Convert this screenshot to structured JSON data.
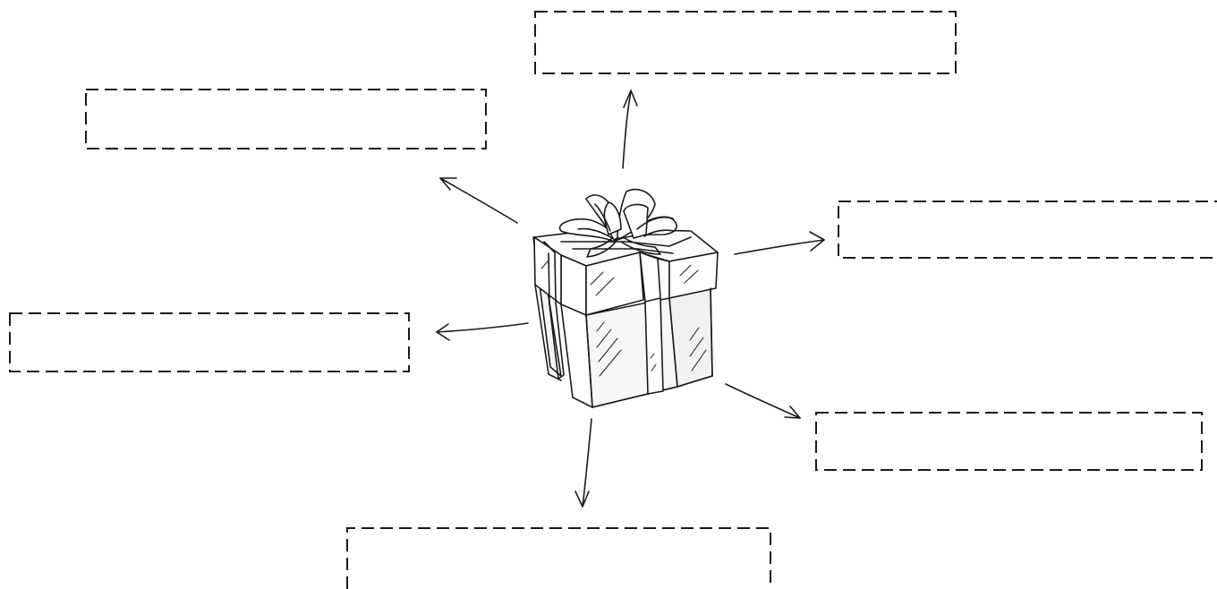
{
  "diagram": {
    "center": {
      "icon": "gift-box-icon"
    },
    "boxes": [
      {
        "id": "top-center",
        "text": ""
      },
      {
        "id": "top-left",
        "text": ""
      },
      {
        "id": "right",
        "text": ""
      },
      {
        "id": "left",
        "text": ""
      },
      {
        "id": "bottom-right",
        "text": ""
      },
      {
        "id": "bottom",
        "text": ""
      }
    ],
    "colors": {
      "stroke": "#1a1a1a",
      "background": "#ffffff"
    }
  }
}
